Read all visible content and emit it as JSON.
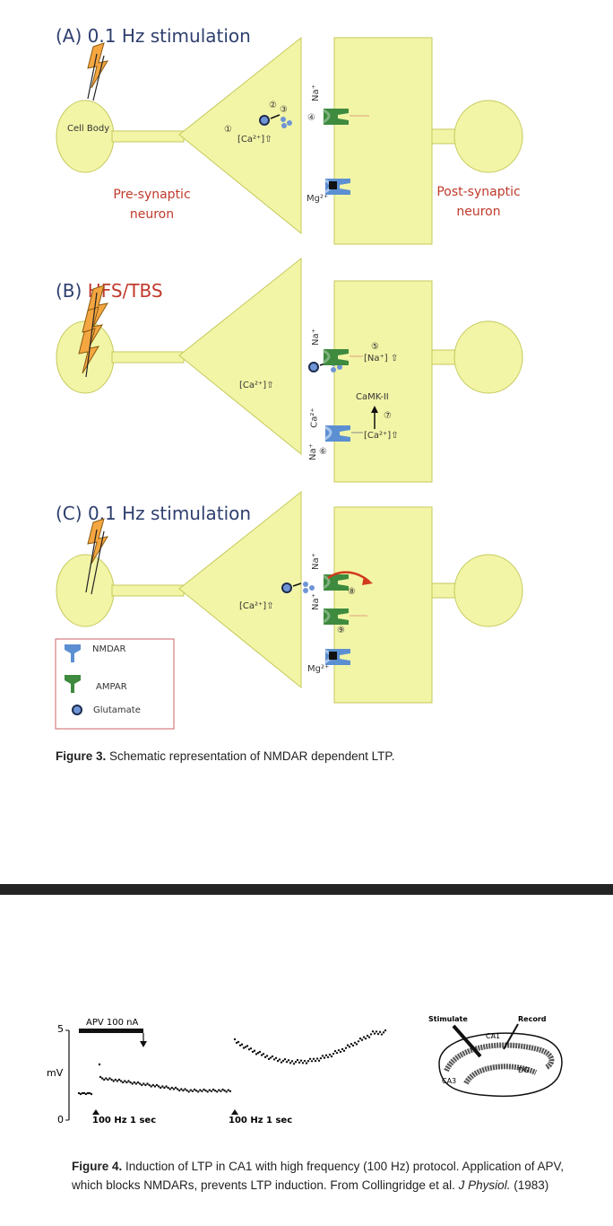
{
  "figure3": {
    "panelA": {
      "label": "(A)",
      "title": "0.1 Hz stimulation"
    },
    "panelB": {
      "label": "(B)",
      "title": "HFS/TBS"
    },
    "panelC": {
      "label": "(C)",
      "title": "0.1 Hz stimulation"
    },
    "cell_body_label": "Cell Body",
    "presynaptic_label": "Pre-synaptic neuron",
    "postsynaptic_label": "Post-synaptic neuron",
    "ion_na": "Na⁺",
    "ion_ca": "Ca²⁺",
    "ion_mg": "Mg²⁺",
    "ca_rise": "[Ca²⁺]⇧",
    "na_rise": "[Na⁺] ⇧",
    "camk": "CaMK-II",
    "steps": [
      "①",
      "②",
      "③",
      "④",
      "⑤",
      "⑥",
      "⑦",
      "⑧",
      "⑨"
    ],
    "legend": [
      {
        "icon": "nmdar-icon",
        "label": "NMDAR"
      },
      {
        "icon": "ampar-icon",
        "label": "AMPAR"
      },
      {
        "icon": "glutamate-icon",
        "label": "Glutamate"
      }
    ],
    "caption_bold": "Figure 3.",
    "caption_text": " Schematic representation of NMDAR dependent LTP.",
    "colors": {
      "cell": "#f2f5a6",
      "outline": "#c5c95a",
      "red": "#c0392b",
      "ampar": "#3e8a3e",
      "nmdar": "#5b8fd1"
    }
  },
  "figure4": {
    "apv_label": "APV 100 nA",
    "y_unit": "mV",
    "y_ticks": [
      "5",
      "0"
    ],
    "stim_labels": [
      "100 Hz 1 sec",
      "100 Hz 1 sec"
    ],
    "hippocampus": {
      "stimulate": "Stimulate",
      "record": "Record",
      "ca1": "CA1",
      "ca3": "CA3",
      "dg": "DG"
    },
    "caption_bold": "Figure 4.",
    "caption_text": " Induction of LTP in CA1 with high frequency (100 Hz) protocol. Application of APV, which blocks NMDARs, prevents LTP induction. From Collingridge et al. ",
    "caption_journal": "J Physiol.",
    "caption_year": " (1983)"
  }
}
